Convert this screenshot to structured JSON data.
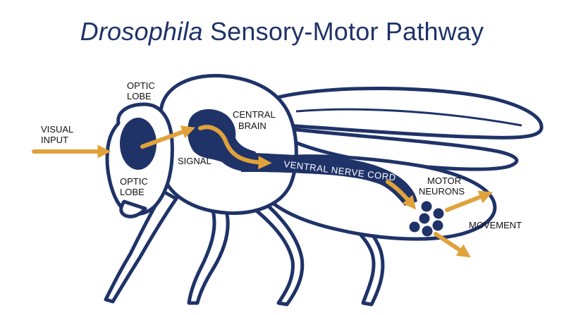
{
  "title": {
    "italic_part": "Drosophila",
    "rest": " Sensory-Motor Pathway"
  },
  "labels": {
    "optic_lobe_top": [
      "OPTIC",
      "LOBE"
    ],
    "optic_lobe_bottom": [
      "OPTIC",
      "LOBE"
    ],
    "visual_input": [
      "VISUAL",
      "INPUT"
    ],
    "signal": "SIGNAL",
    "central_brain": [
      "CENTRAL",
      "BRAIN"
    ],
    "ventral_nerve_cord": "VENTRAL NERVE CORD",
    "motor_neurons": [
      "MOTOR",
      "NEURONS"
    ],
    "movement": "MOVEMENT"
  },
  "colors": {
    "navy": "#1f3368",
    "arrow": "#e0a23a"
  }
}
